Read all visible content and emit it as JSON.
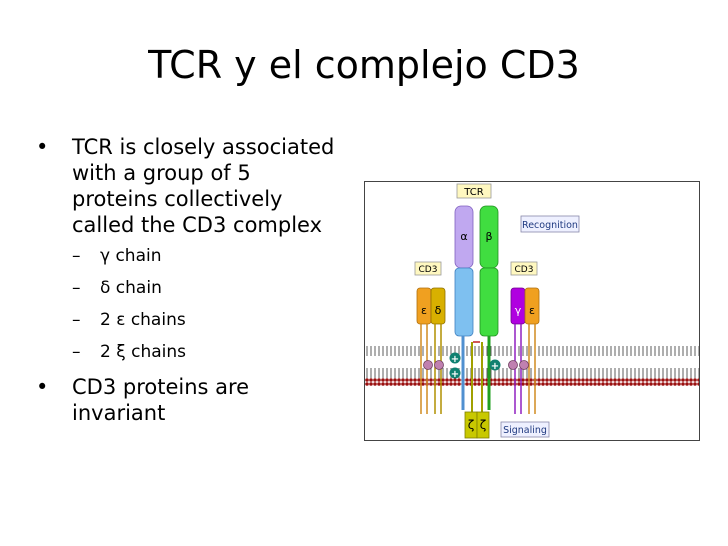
{
  "slide": {
    "title": "TCR y el complejo CD3",
    "bullets": [
      {
        "text": "TCR is closely associated with a group of 5 proteins collectively called the CD3 complex",
        "sub": [
          "γ chain",
          "δ chain",
          "2 ε chains",
          "2 ξ chains"
        ]
      },
      {
        "text": "CD3 proteins are invariant",
        "sub": []
      }
    ],
    "bullet_glyph": "•",
    "dash_glyph": "–"
  },
  "diagram": {
    "tcr_label": "TCR",
    "cd3_left_label": "CD3",
    "cd3_right_label": "CD3",
    "recognition_label": "Recognition",
    "signaling_label": "Signaling",
    "alpha": "α",
    "beta": "β",
    "epsilon_left": "ε",
    "delta": "δ",
    "gamma": "γ",
    "epsilon_right": "ε",
    "zeta_1": "ζ",
    "zeta_2": "ζ",
    "plus": "+",
    "colors": {
      "alpha": "#bfa0f0",
      "beta": "#40dd40",
      "membrane": "#a01010",
      "cd3_left": "#f0a020",
      "delta": "#d8b000",
      "gamma": "#b000e0",
      "zeta": "#c8c800",
      "charge": "#108070",
      "label_box": "#fff8c0"
    }
  }
}
